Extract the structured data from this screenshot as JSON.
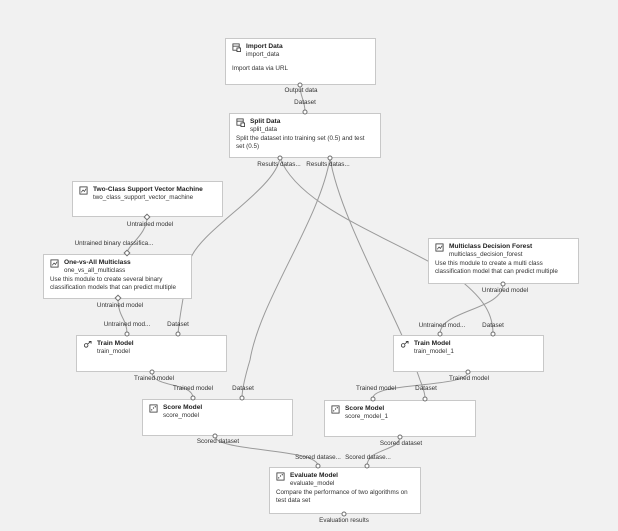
{
  "nodes": {
    "import": {
      "title": "Import Data",
      "sub": "import_data",
      "desc": "Import data via URL"
    },
    "split": {
      "title": "Split Data",
      "sub": "split_data",
      "desc": "Split the dataset into training set (0.5) and test set (0.5)"
    },
    "svm": {
      "title": "Two-Class Support Vector Machine",
      "sub": "two_class_support_vector_machine"
    },
    "ova": {
      "title": "One-vs-All Multiclass",
      "sub": "one_vs_all_multiclass",
      "desc": "Use this module to create several binary classification models that can predict multiple"
    },
    "mdf": {
      "title": "Multiclass Decision Forest",
      "sub": "multiclass_decision_forest",
      "desc": "Use this module to create a multi class classification model that can predict multiple"
    },
    "train": {
      "title": "Train Model",
      "sub": "train_model"
    },
    "train1": {
      "title": "Train Model",
      "sub": "train_model_1"
    },
    "score": {
      "title": "Score Model",
      "sub": "score_model"
    },
    "score1": {
      "title": "Score Model",
      "sub": "score_model_1"
    },
    "eval": {
      "title": "Evaluate Model",
      "sub": "evaluate_model",
      "desc": "Compare the performance of two algorithms on test data set"
    }
  },
  "ports": {
    "import_out": "Output data",
    "split_in": "Dataset",
    "split_out1": "Results datas...",
    "split_out2": "Results datas...",
    "svm_out": "Untrained model",
    "ova_in": "Untrained binary classifica...",
    "ova_out": "Untrained model",
    "mdf_out": "Untrained model",
    "train_in1": "Untrained mod...",
    "train_in2": "Dataset",
    "train_out": "Trained model",
    "train1_in1": "Untrained mod...",
    "train1_in2": "Dataset",
    "train1_out": "Trained model",
    "score_in1": "Trained model",
    "score_in2": "Dataset",
    "score_out": "Scored dataset",
    "score1_in1": "Trained model",
    "score1_in2": "Dataset",
    "score1_out": "Scored dataset",
    "eval_in1": "Scored datase...",
    "eval_in2": "Scored datase...",
    "eval_out": "Evaluation results"
  },
  "icons": {
    "data": "dataset-icon",
    "model": "train-model-icon",
    "score": "score-chart-icon"
  },
  "colors": {
    "canvas": "#f1f1f1",
    "wire": "#9a9a9a",
    "node_border": "#c8c8c8"
  }
}
